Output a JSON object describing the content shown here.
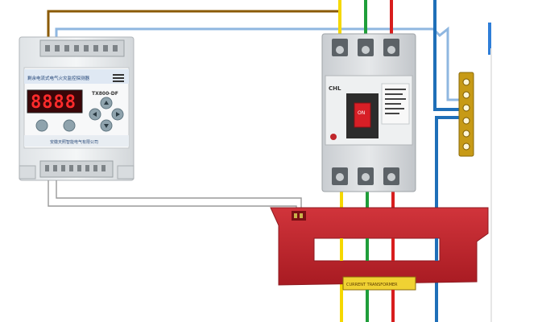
{
  "monitor": {
    "model": "TX800-DF",
    "title": "剩余电流式电气火灾监控探测器",
    "maker": "安徽天照智能电气有限公司",
    "display": "8888"
  },
  "breaker": {
    "brand": "CHL",
    "switch_label": "ON"
  },
  "sensor": {
    "tag": "CURRENT TRANSFORMER"
  },
  "colors": {
    "brown": "#8B5A00",
    "blue_signal": "#8FB7E0",
    "yellow": "#F5D800",
    "green": "#1F9E3A",
    "red": "#D81E1E",
    "neutral": "#1F6FB8",
    "ct_red": "#C4262E",
    "terminal_gold": "#C79A16"
  }
}
